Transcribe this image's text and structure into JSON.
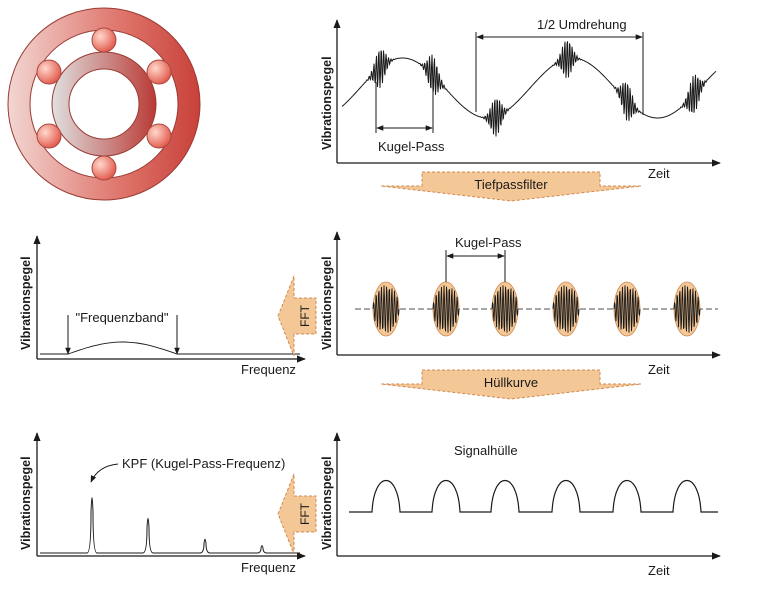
{
  "colors": {
    "bearing_red": "#c8413a",
    "bearing_light": "#f2d6d2",
    "ball": "#ef6b5a",
    "arrow_fill": "#f4c796",
    "arrow_stroke": "#d08a52",
    "line": "#1a1a1a"
  },
  "icons": [
    "bearing-illustration",
    "down-arrow-filter",
    "left-arrow-fft"
  ],
  "panel_raw": {
    "ylabel": "Vibrationspegel",
    "xlabel": "Zeit",
    "ball_pass_label": "Kugel-Pass",
    "half_rev_label": "1/2 Umdrehung"
  },
  "arrow_filter": {
    "label": "Tiefpassfilter"
  },
  "panel_spectrum": {
    "ylabel": "Vibrationspegel",
    "xlabel": "Frequenz",
    "band_label": "\"Frequenzband\""
  },
  "fft_arrow_1": {
    "label": "FFT"
  },
  "panel_filtered": {
    "ylabel": "Vibrationspegel",
    "xlabel": "Zeit",
    "ball_pass_label": "Kugel-Pass"
  },
  "arrow_envelope": {
    "label": "Hüllkurve"
  },
  "panel_kpf": {
    "ylabel": "Vibrationspegel",
    "xlabel": "Frequenz",
    "peak_label": "KPF (Kugel-Pass-Frequenz)"
  },
  "fft_arrow_2": {
    "label": "FFT"
  },
  "panel_envelope": {
    "ylabel": "Vibrationspegel",
    "xlabel": "Zeit",
    "title": "Signalhülle"
  }
}
